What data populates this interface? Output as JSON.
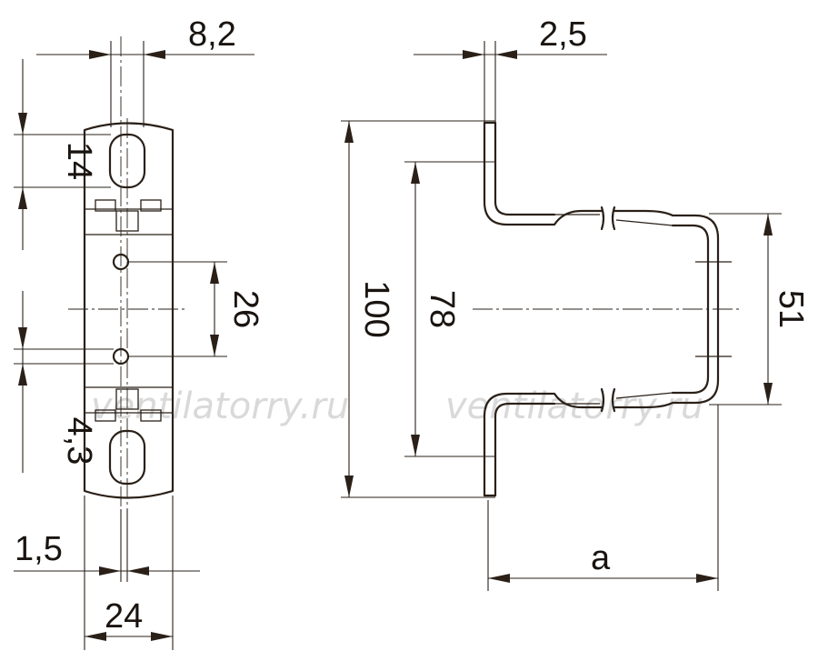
{
  "watermark": {
    "left": "ventilatorry.ru",
    "right": "ventilatorry.ru"
  },
  "dimensions": {
    "hole_offset": "8,2",
    "thickness": "2,5",
    "slot_length": "14",
    "hole_spacing": "26",
    "hole_diameter": "4,3",
    "edge_offset": "1,5",
    "width": "24",
    "height_total": "100",
    "height_inner": "78",
    "height_bend": "51",
    "depth": "a"
  },
  "colors": {
    "line": "#2a2018",
    "text": "#1a1410",
    "watermark": "#d9d9d9"
  }
}
